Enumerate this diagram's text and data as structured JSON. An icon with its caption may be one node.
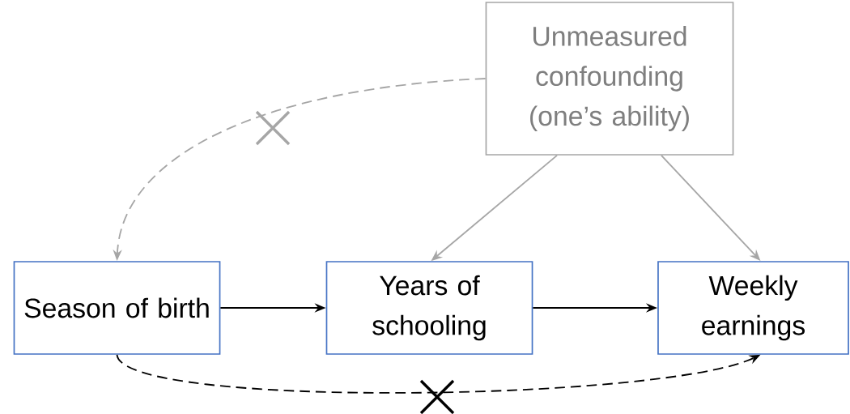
{
  "diagram": {
    "nodes": [
      {
        "text": [
          "Unmeasured confounding (one’s ability)"
        ]
      },
      {
        "text": [
          "Season of birth"
        ]
      },
      {
        "text": [
          "Years of schooling"
        ]
      },
      {
        "text": [
          "Weekly earnings"
        ]
      }
    ],
    "edges": [
      {
        "from": 0,
        "to": 1,
        "arrow": "to",
        "style": "dashed",
        "color": "#a6a6a6"
      },
      {
        "from": 0,
        "to": 2,
        "arrow": "to",
        "color": "#a6a6a6"
      },
      {
        "from": 0,
        "to": 3,
        "arrow": "to",
        "color": "#a6a6a6"
      },
      {
        "from": 1,
        "to": 2,
        "arrow": "to",
        "color": "#000000"
      },
      {
        "from": 2,
        "to": 3,
        "arrow": "to",
        "color": "#000000"
      },
      {
        "from": 1,
        "to": 3,
        "arrow": "to",
        "style": "dashed",
        "color": "#000000"
      }
    ]
  }
}
